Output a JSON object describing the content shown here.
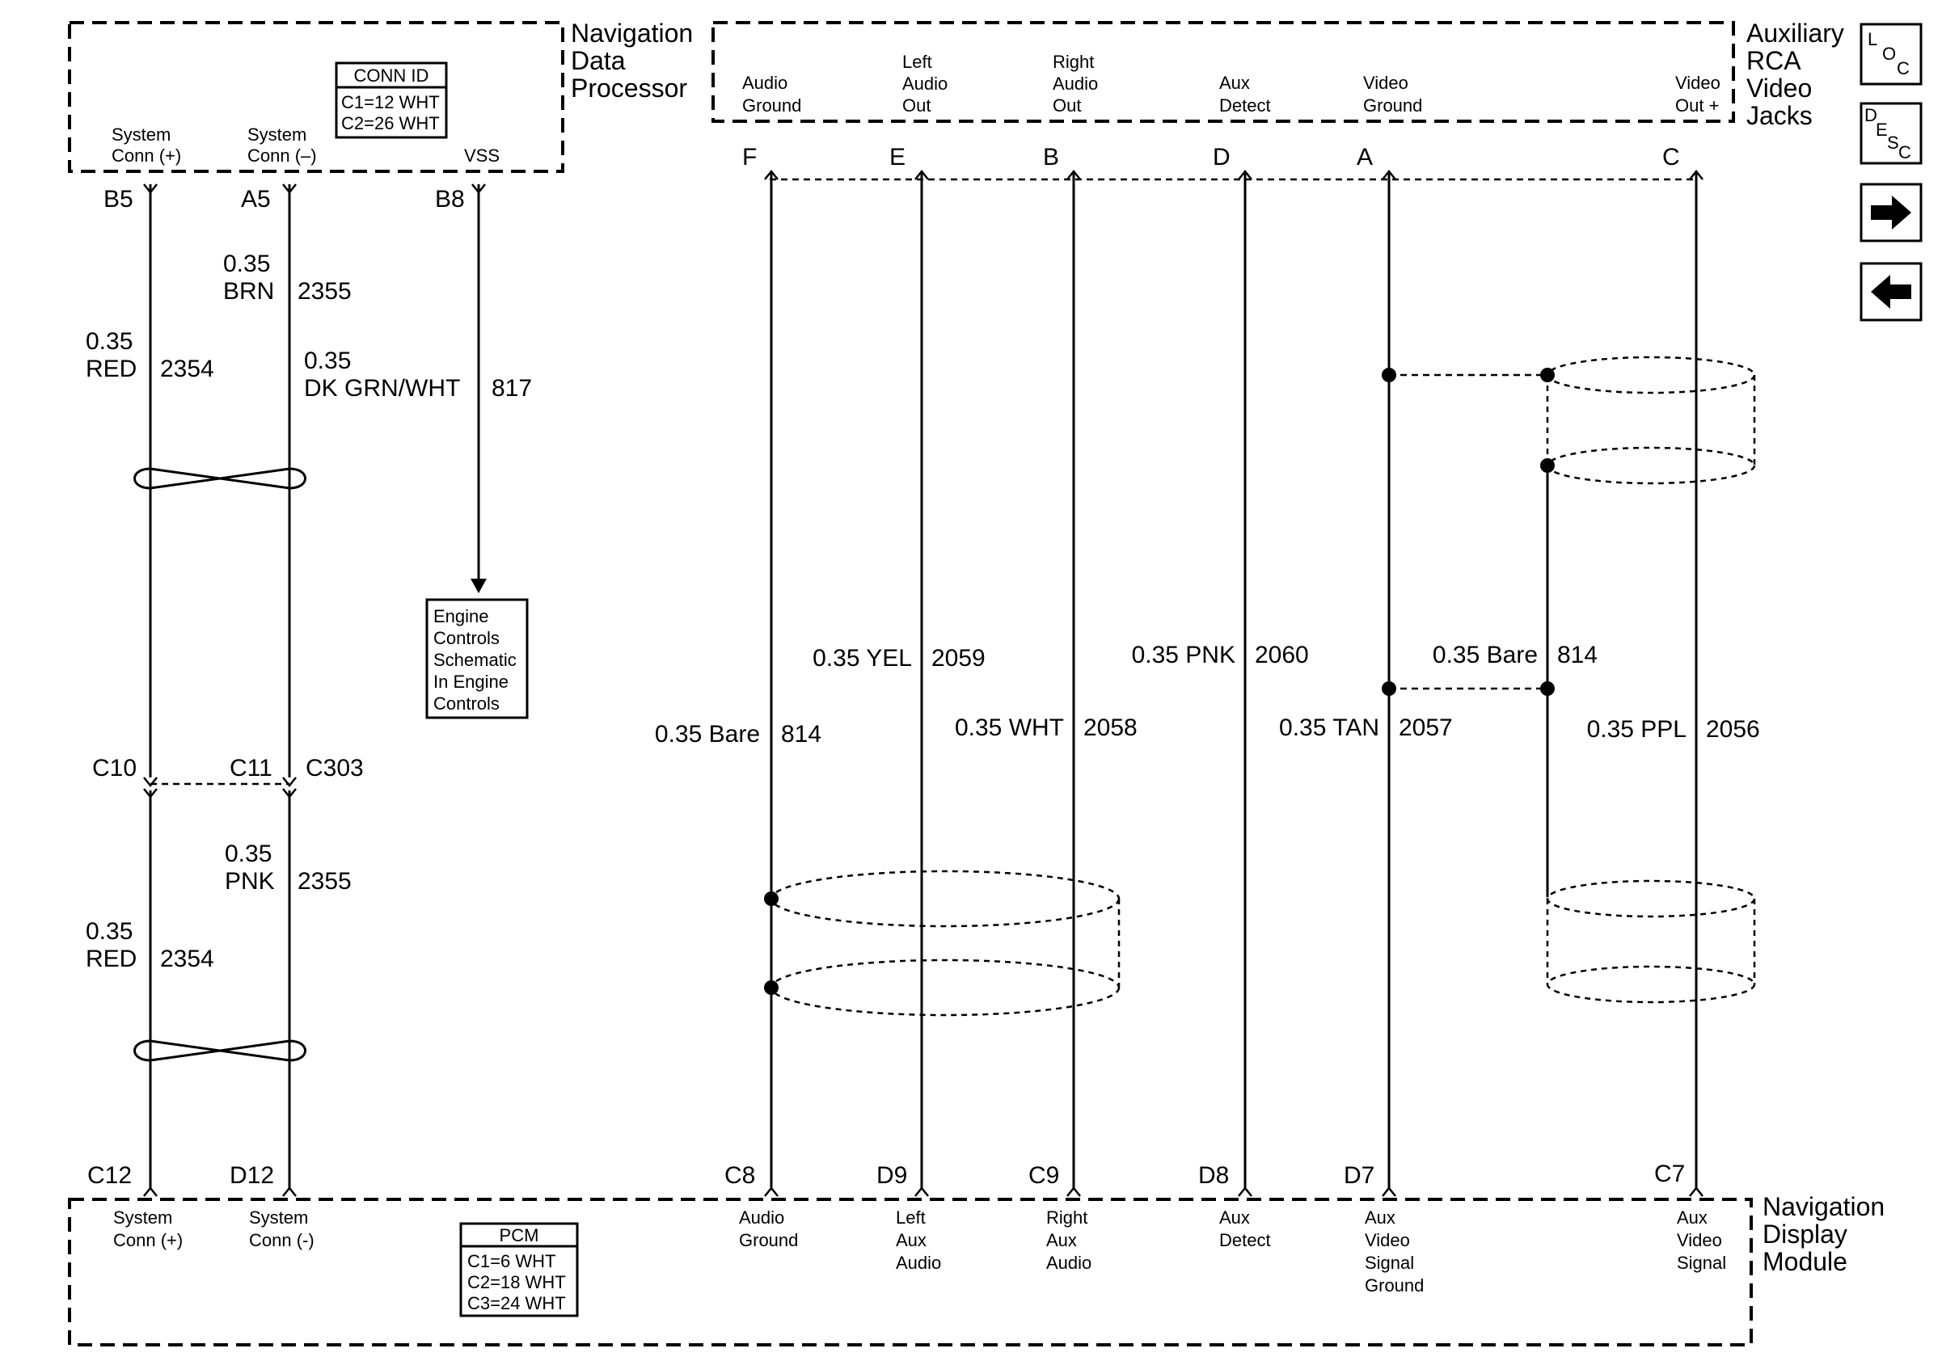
{
  "modules": {
    "ndp": {
      "l1": "Navigation",
      "l2": "Data",
      "l3": "Processor"
    },
    "rca": {
      "l1": "Auxiliary",
      "l2": "RCA",
      "l3": "Video",
      "l4": "Jacks"
    },
    "ndm": {
      "l1": "Navigation",
      "l2": "Display",
      "l3": "Module"
    }
  },
  "conn_id": {
    "title": "CONN ID",
    "c1": "C1=12 WHT",
    "c2": "C2=26 WHT"
  },
  "pcm_id": {
    "title": "PCM",
    "c1": "C1=6 WHT",
    "c2": "C2=18 WHT",
    "c3": "C3=24 WHT"
  },
  "engine_ref": {
    "l1": "Engine",
    "l2": "Controls",
    "l3": "Schematic",
    "l4": "In Engine",
    "l5": "Controls"
  },
  "top_left_terms": {
    "sys_pos": {
      "l1": "System",
      "l2": "Conn (+)"
    },
    "sys_neg": {
      "l1": "System",
      "l2": "Conn (–)"
    },
    "vss": "VSS"
  },
  "top_left_pins": {
    "b5": "B5",
    "a5": "A5",
    "b8": "B8"
  },
  "rca_terms": {
    "audio_ground": {
      "l1": "Audio",
      "l2": "Ground"
    },
    "left_audio": {
      "l1": "Left",
      "l2": "Audio",
      "l3": "Out"
    },
    "right_audio": {
      "l1": "Right",
      "l2": "Audio",
      "l3": "Out"
    },
    "aux_detect": {
      "l1": "Aux",
      "l2": "Detect"
    },
    "video_ground": {
      "l1": "Video",
      "l2": "Ground"
    },
    "video_out": {
      "l1": "Video",
      "l2": "Out +"
    }
  },
  "rca_pins": {
    "f": "F",
    "e": "E",
    "b": "B",
    "d": "D",
    "a": "A",
    "c": "C"
  },
  "wires_upper": {
    "brn_gauge": "0.35",
    "brn_color": "BRN",
    "brn_circuit": "2355",
    "red_gauge": "0.35",
    "red_color": "RED",
    "red_circuit": "2354",
    "grn_gauge": "0.35",
    "grn_color": "DK GRN/WHT",
    "grn_circuit": "817"
  },
  "inline_conn": {
    "c10": "C10",
    "c11": "C11",
    "c303": "C303"
  },
  "wires_lower": {
    "pnk_gauge": "0.35",
    "pnk_color": "PNK",
    "pnk_circuit": "2355",
    "red_gauge": "0.35",
    "red_color": "RED",
    "red_circuit": "2354"
  },
  "wires_right": {
    "bare1": "0.35 Bare",
    "bare1_circuit": "814",
    "yel": "0.35 YEL",
    "yel_circuit": "2059",
    "wht": "0.35 WHT",
    "wht_circuit": "2058",
    "pnk": "0.35 PNK",
    "pnk_circuit": "2060",
    "tan": "0.35 TAN",
    "tan_circuit": "2057",
    "bare2": "0.35 Bare",
    "bare2_circuit": "814",
    "ppl": "0.35 PPL",
    "ppl_circuit": "2056"
  },
  "bottom_pins": {
    "c12": "C12",
    "d12": "D12",
    "c8": "C8",
    "d9": "D9",
    "c9": "C9",
    "d8": "D8",
    "d7": "D7",
    "c7": "C7"
  },
  "bottom_terms": {
    "sys_pos": {
      "l1": "System",
      "l2": "Conn (+)"
    },
    "sys_neg": {
      "l1": "System",
      "l2": "Conn (-)"
    },
    "audio_ground": {
      "l1": "Audio",
      "l2": "Ground"
    },
    "left_aux": {
      "l1": "Left",
      "l2": "Aux",
      "l3": "Audio"
    },
    "right_aux": {
      "l1": "Right",
      "l2": "Aux",
      "l3": "Audio"
    },
    "aux_detect": {
      "l1": "Aux",
      "l2": "Detect"
    },
    "aux_video_gnd": {
      "l1": "Aux",
      "l2": "Video",
      "l3": "Signal",
      "l4": "Ground"
    },
    "aux_video_sig": {
      "l1": "Aux",
      "l2": "Video",
      "l3": "Signal"
    }
  },
  "side_buttons": {
    "loc": {
      "a": "L",
      "b": "O",
      "c": "C"
    },
    "desc": {
      "a": "D",
      "b": "E",
      "c": "S",
      "d": "C"
    },
    "next_icon": "right-arrow-icon",
    "prev_icon": "left-arrow-icon"
  }
}
